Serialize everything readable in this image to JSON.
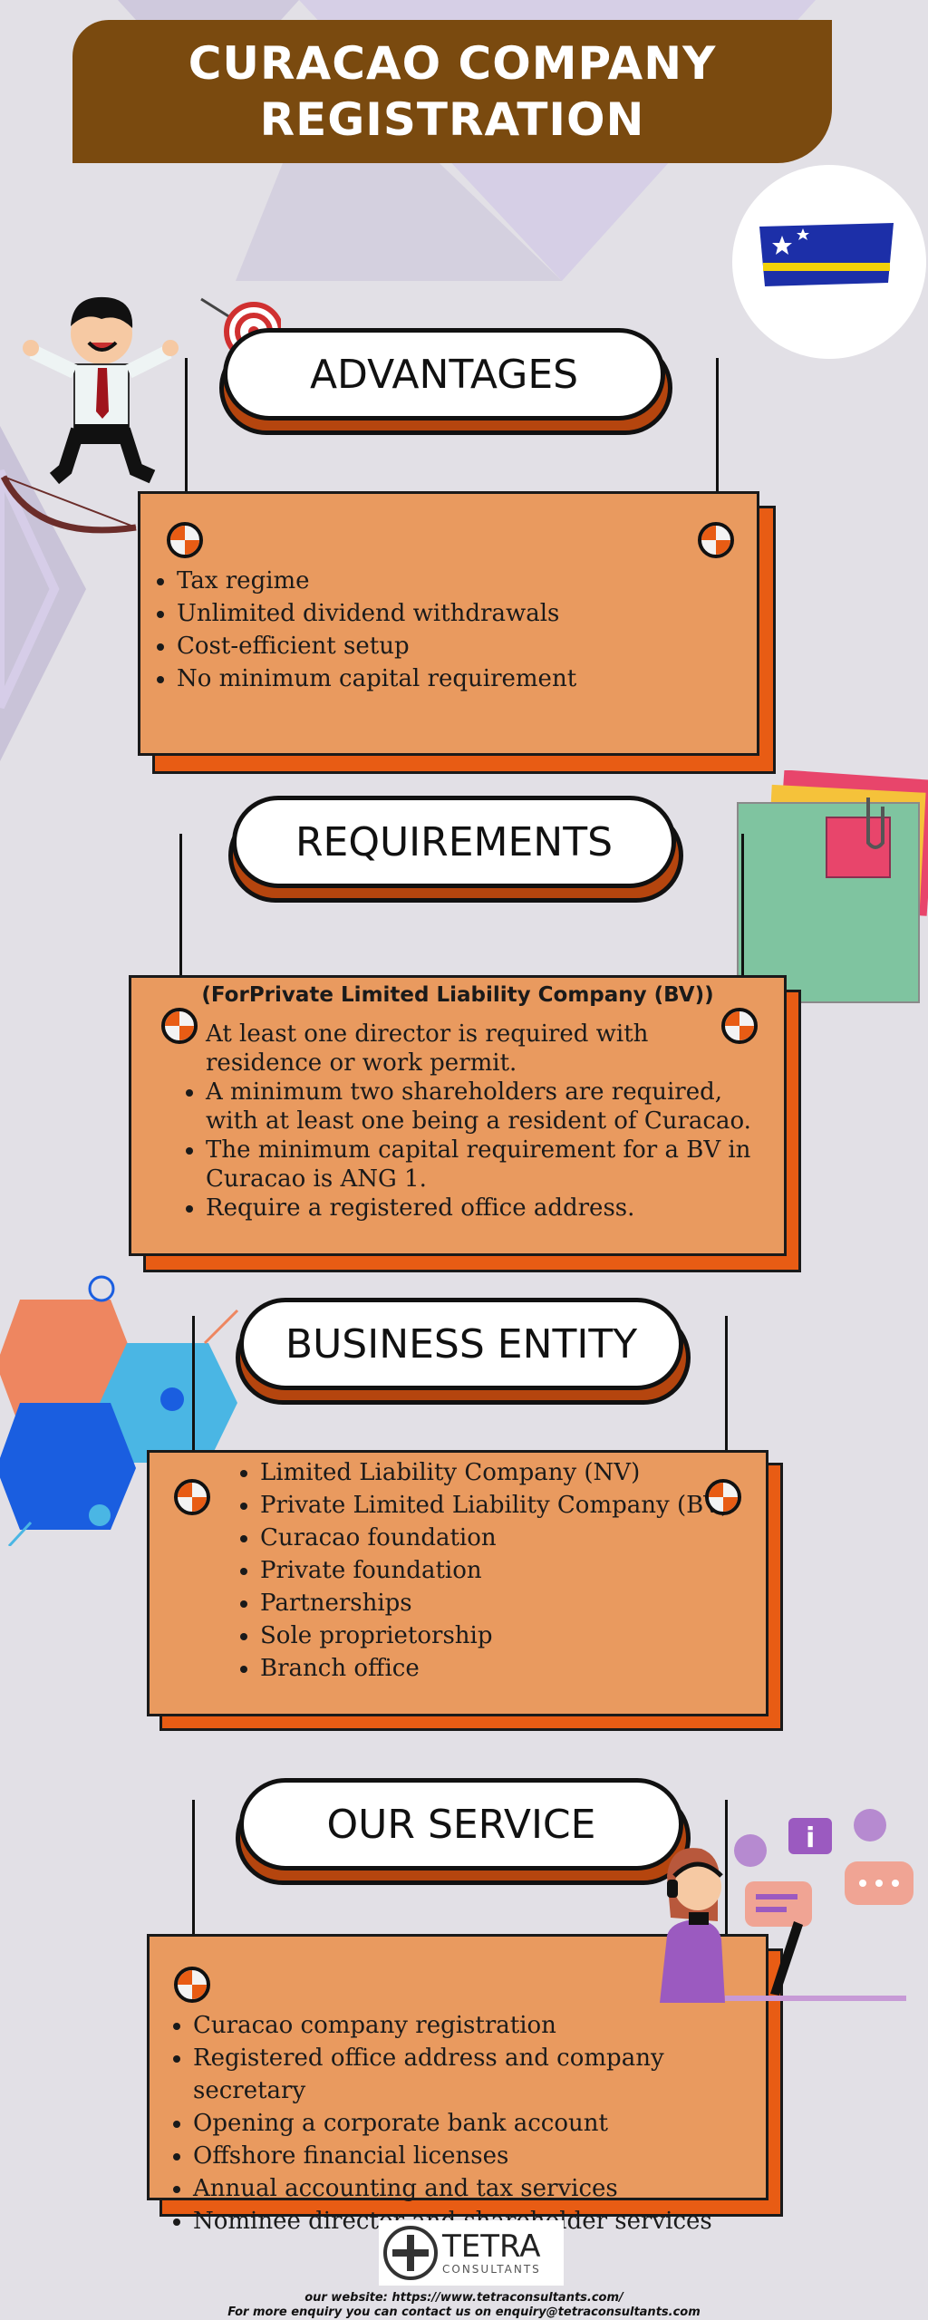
{
  "title": "CURACAO COMPANY\nREGISTRATION",
  "sections": {
    "advantages": {
      "heading": "ADVANTAGES",
      "items": [
        "Tax regime",
        "Unlimited dividend withdrawals",
        "Cost-efficient setup",
        "No minimum capital requirement"
      ]
    },
    "requirements": {
      "heading": "REQUIREMENTS",
      "subtitle": "(ForPrivate Limited Liability Company (BV))",
      "items": [
        "At least one director is required with residence or work permit.",
        "A minimum two shareholders are required, with at least one being a resident of Curacao.",
        "The minimum capital requirement for a BV in Curacao is ANG 1.",
        "Require a registered office address."
      ]
    },
    "business_entity": {
      "heading": "BUSINESS ENTITY",
      "items": [
        "Limited Liability Company (NV)",
        "Private Limited Liability Company (BV)",
        "Curacao foundation",
        "Private foundation",
        "Partnerships",
        "Sole proprietorship",
        "Branch office"
      ]
    },
    "our_service": {
      "heading": "OUR SERVICE",
      "items": [
        "Curacao company registration",
        "Registered office address and company secretary",
        "Opening a corporate bank account",
        "Offshore financial licenses",
        "Annual accounting and tax services",
        "Nominee director and shareholder services"
      ]
    }
  },
  "logo": {
    "name": "TETRA",
    "tagline": "CONSULTANTS"
  },
  "footer": {
    "website": "our website:  https://www.tetraconsultants.com/",
    "enquiry": "For more enquiry you can contact us on enquiry@tetraconsultants.com"
  },
  "icons": [
    "curacao-flag-icon",
    "businessman-icon",
    "archery-target-icon",
    "bow-icon",
    "sticky-notes-icon",
    "hexagon-cluster-icon",
    "support-agent-icon",
    "chat-bubbles-icon",
    "tetra-logo-icon"
  ],
  "colors": {
    "banner": "#7a4a0f",
    "box": "#e99a5f",
    "box_shadow": "#e85c14",
    "pill_shadow": "#b5450e",
    "background": "#e2e0e6"
  }
}
